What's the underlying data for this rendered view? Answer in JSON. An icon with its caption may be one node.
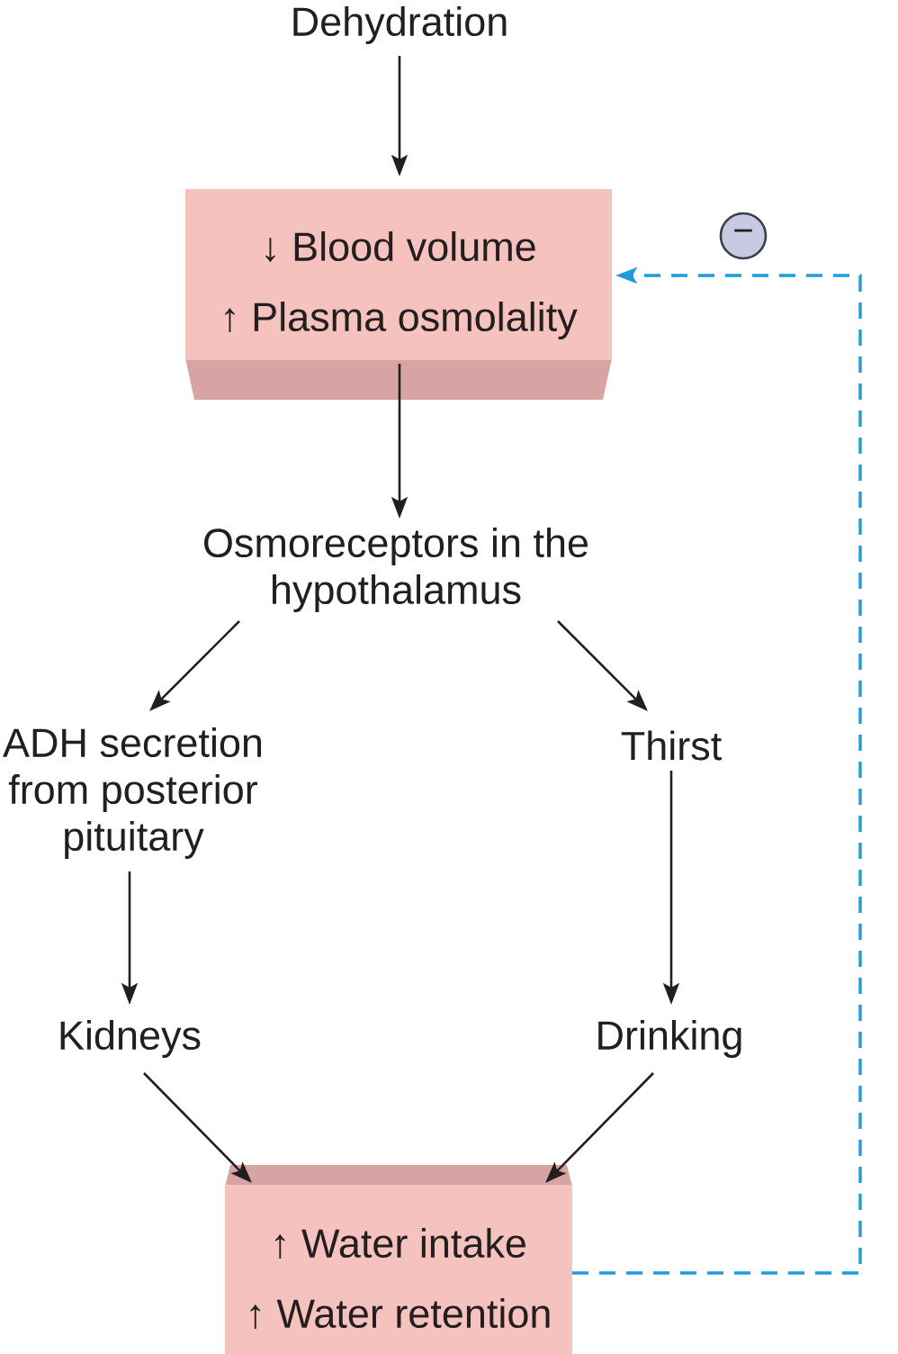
{
  "diagram": {
    "nodes": [
      {
        "text": [
          "Dehydration"
        ]
      },
      {
        "text": [
          "↓ Blood volume",
          "↑ Plasma osmolality"
        ]
      },
      {
        "text": [
          "Osmoreceptors in the hypothalamus"
        ]
      },
      {
        "text": [
          "ADH secretion from posterior pituitary"
        ]
      },
      {
        "text": [
          "Thirst"
        ]
      },
      {
        "text": [
          "Kidneys"
        ]
      },
      {
        "text": [
          "Drinking"
        ]
      },
      {
        "text": [
          "↑ Water intake",
          "↑ Water retention"
        ]
      }
    ],
    "edges": [
      {
        "from": 0,
        "to": 1,
        "arrow": "to"
      },
      {
        "from": 1,
        "to": 2,
        "arrow": "to"
      },
      {
        "from": 2,
        "to": 3,
        "arrow": "to"
      },
      {
        "from": 2,
        "to": 4,
        "arrow": "to"
      },
      {
        "from": 3,
        "to": 5,
        "arrow": "to"
      },
      {
        "from": 4,
        "to": 6,
        "arrow": "to"
      },
      {
        "from": 5,
        "to": 7,
        "arrow": "to"
      },
      {
        "from": 6,
        "to": 7,
        "arrow": "to"
      },
      {
        "from": 7,
        "to": 1,
        "arrow": "to",
        "label": "−",
        "style": "dashed",
        "color": "#1e9be0"
      }
    ]
  }
}
